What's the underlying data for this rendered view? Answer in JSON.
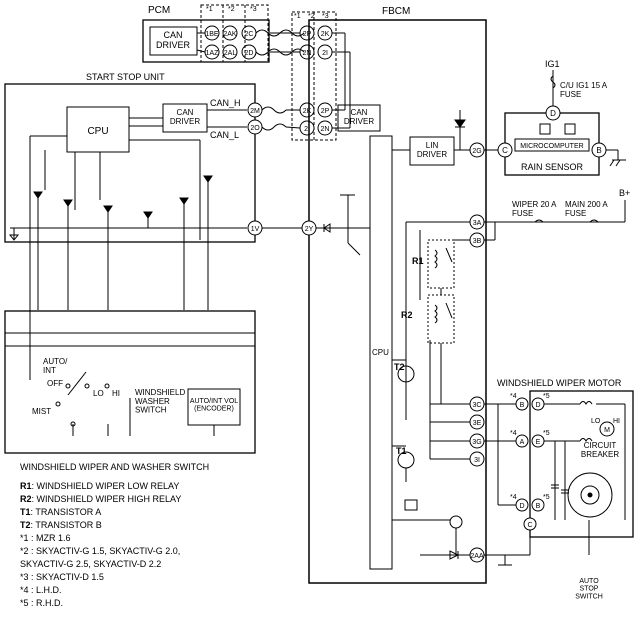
{
  "modules": {
    "pcm": "PCM",
    "fbcm": "FBCM",
    "start_stop_unit": "START STOP UNIT",
    "can_driver": "CAN\nDRIVER",
    "lin_driver": "LIN\nDRIVER",
    "cpu": "CPU",
    "rain_sensor": "RAIN SENSOR",
    "microcomputer": "MICROCOMPUTER",
    "wiper_motor": "WINDSHIELD WIPER MOTOR",
    "circuit_breaker": "CIRCUIT\nBREAKER",
    "auto_stop_switch": "AUTO\nSTOP\nSWITCH",
    "switch_caption": "WINDSHIELD WIPER AND WASHER SWITCH"
  },
  "power": {
    "ig1": "IG1",
    "ig1_fuse": "C/U IG1 15 A\nFUSE",
    "b_plus": "B+",
    "wiper_fuse": "WIPER 20 A\nFUSE",
    "main_fuse": "MAIN 200 A\nFUSE"
  },
  "signals": {
    "can_h": "CAN_H",
    "can_l": "CAN_L"
  },
  "pcm_pins": {
    "h1": "*1",
    "h2": "*2",
    "h3": "*3",
    "p1BE": "1BE",
    "p2AK": "2AK",
    "p2C": "2C",
    "p1AZ": "1AZ",
    "p2AL": "2AL",
    "p2D": "2D"
  },
  "fbcm_top_pins": {
    "h1": "*1",
    "h2": "*2",
    "h3": "*3",
    "p2P": "2P",
    "p2K": "2K",
    "p2N": "2N",
    "p2I": "2I"
  },
  "fbcm_pins": {
    "p2G": "2G",
    "p2Y": "2Y",
    "p3A": "3A",
    "p3B": "3B",
    "p3C": "3C",
    "p3E": "3E",
    "p3G": "3G",
    "p3I": "3I",
    "p2AA": "2AA"
  },
  "ssu_pins": {
    "p2M": "2M",
    "p2O": "2O",
    "p1V": "1V"
  },
  "rain_pins": {
    "c": "C",
    "d": "D",
    "b": "B"
  },
  "motor_pins": {
    "b": "B",
    "d": "D",
    "a": "A",
    "e": "E",
    "c": "C",
    "lo": "LO",
    "hi": "HI",
    "m": "M"
  },
  "notes": {
    "n4": "*4",
    "n5": "*5"
  },
  "components": {
    "r1": "R1",
    "r2": "R2",
    "t1": "T1",
    "t2": "T2",
    "cpu": "CPU"
  },
  "switch": {
    "auto_int": "AUTO/\nINT",
    "off": "OFF",
    "lo": "LO",
    "hi": "HI",
    "mist": "MIST",
    "washer": "WINDSHIELD\nWASHER\nSWITCH",
    "vol": "AUTO/INT VOL\n(ENCODER)"
  },
  "legend": [
    {
      "key": "R1",
      "text": ": WINDSHIELD WIPER LOW RELAY"
    },
    {
      "key": "R2",
      "text": ": WINDSHIELD WIPER HIGH RELAY"
    },
    {
      "key": "T1",
      "text": ": TRANSISTOR A"
    },
    {
      "key": "T2",
      "text": ": TRANSISTOR B"
    },
    {
      "key": "*1",
      "text": " : MZR 1.6"
    },
    {
      "key": "*2",
      "text": " : SKYACTIV-G 1.5, SKYACTIV-G 2.0,\nSKYACTIV-G 2.5, SKYACTIV-D 2.2"
    },
    {
      "key": "*3",
      "text": " : SKYACTIV-D 1.5"
    },
    {
      "key": "*4",
      "text": " : L.H.D."
    },
    {
      "key": "*5",
      "text": " : R.H.D."
    }
  ]
}
